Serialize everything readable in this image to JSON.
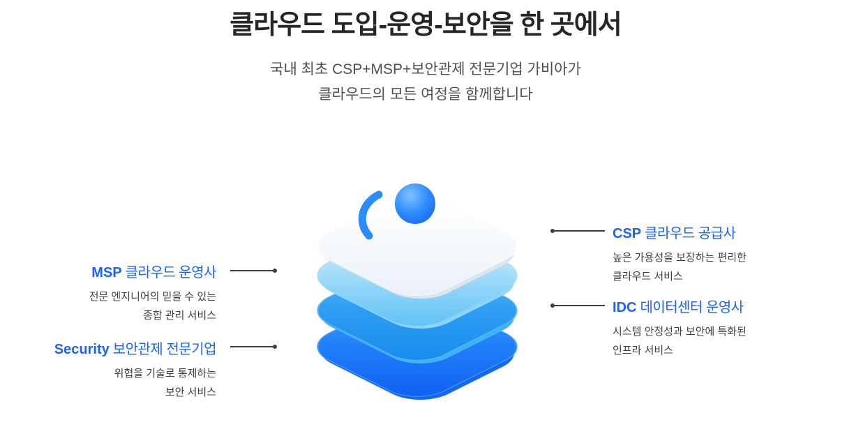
{
  "header": {
    "title": "클라우드 도입-운영-보안을 한 곳에서",
    "subtitle_line1": "국내 최초 CSP+MSP+보안관제 전문기업 가비아가",
    "subtitle_line2": "클라우드의 모든 여정을 함께합니다"
  },
  "callouts": {
    "left": [
      {
        "acronym": "MSP",
        "label": "클라우드 운영사",
        "desc_line1": "전문 엔지니어의 믿을 수 있는",
        "desc_line2": "종합 관리 서비스"
      },
      {
        "acronym": "Security",
        "label": "보안관제 전문기업",
        "desc_line1": "위협을 기술로 통제하는",
        "desc_line2": "보안 서비스"
      }
    ],
    "right": [
      {
        "acronym": "CSP",
        "label": "클라우드 공급사",
        "desc_line1": "높은 가용성을 보장하는 편리한",
        "desc_line2": "클라우드 서비스"
      },
      {
        "acronym": "IDC",
        "label": "데이터센터 운영사",
        "desc_line1": "시스템 안정성과 보안에 특화된",
        "desc_line2": "인프라 서비스"
      }
    ]
  },
  "illustration": {
    "description": "isometric stack of four rounded square layers with sphere and arc on top",
    "layer_colors": {
      "top_white": "#f4f8fb",
      "light_blue": "#a9def9",
      "medium_blue": "#2e9df2",
      "vivid_blue": "#1f7bf7"
    },
    "sphere_color": "#2f8bff"
  },
  "colors": {
    "accent_blue": "#1b64f1",
    "title_text": "#262626",
    "subtitle_text": "#4f4f4f",
    "desc_text": "#3f3f3f",
    "connector": "#3f3f3f",
    "background": "#ffffff"
  }
}
